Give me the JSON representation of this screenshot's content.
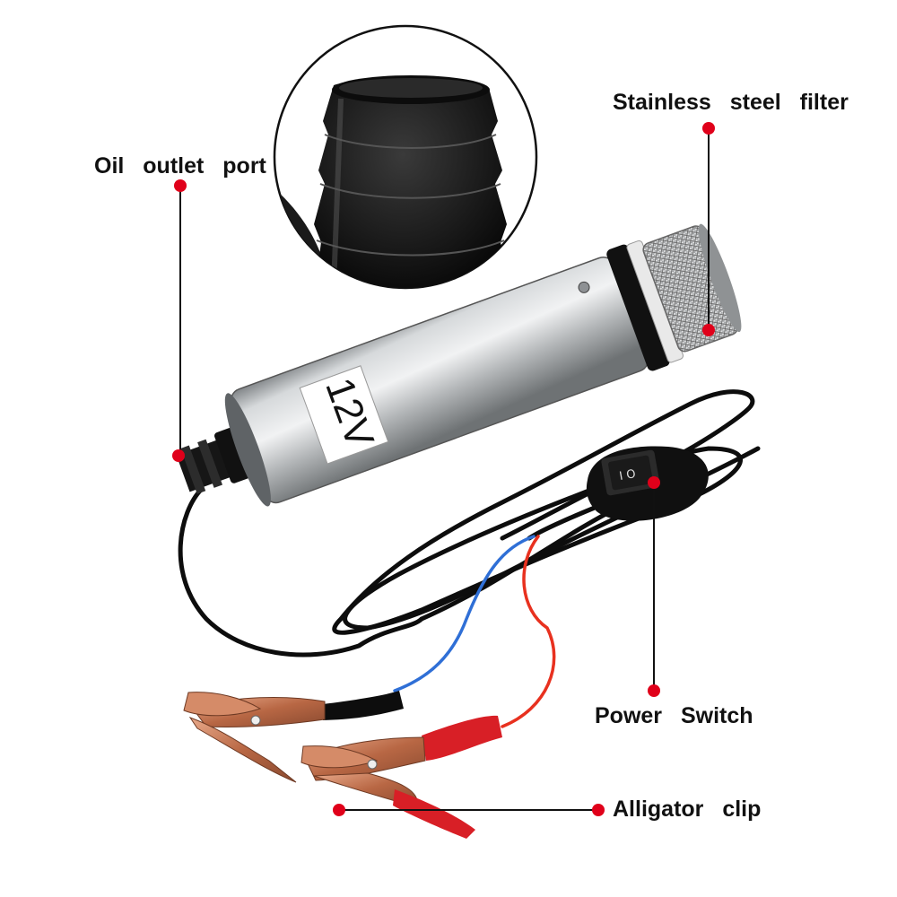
{
  "labels": {
    "oil_outlet": "Oil outlet port",
    "filter": "Stainless steel filter",
    "power_switch": "Power Switch",
    "alligator_clip": "Alligator clip"
  },
  "product": {
    "voltage_sticker": "12V",
    "switch_marks": "I O"
  },
  "colors": {
    "marker": "#e0001a",
    "leader_line": "#111111",
    "pump_body": "#b9bcbe",
    "cable": "#0d0d0d",
    "red_wire": "#e8311f",
    "blue_wire": "#2f6fd6",
    "clip_copper": "#c0714f",
    "clip_sleeve": "#d81f26"
  }
}
